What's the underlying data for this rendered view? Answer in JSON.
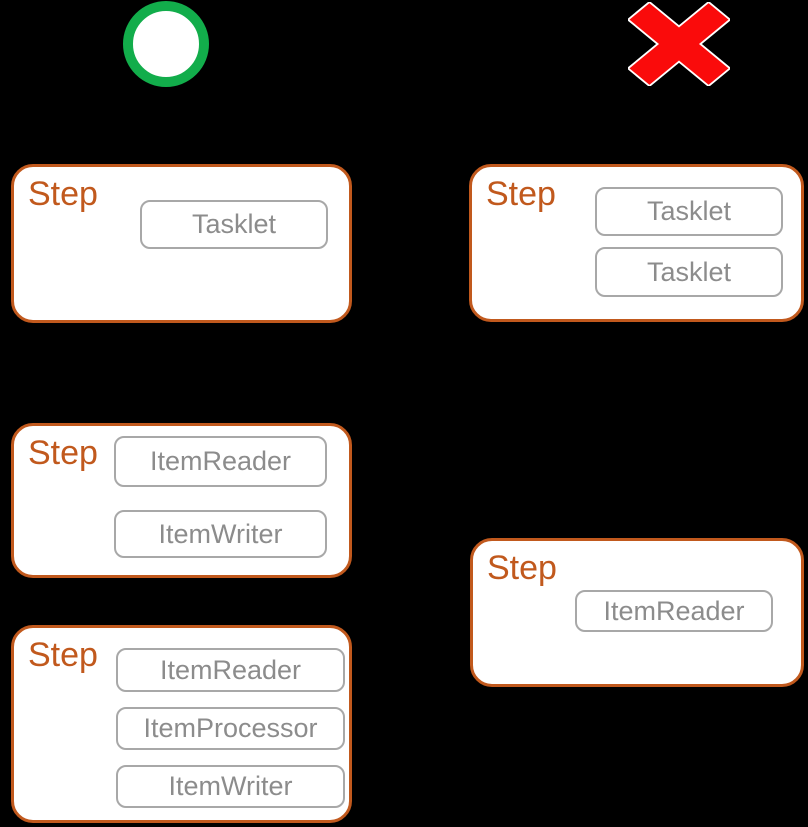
{
  "background": "#000000",
  "colors": {
    "background": "#000000",
    "box_fill": "#FFFFFF",
    "step_border": "#C1591D",
    "inner_border": "#A8A8A8",
    "inner_text": "#8C8C8C",
    "valid_green": "#12AD4B",
    "invalid_red": "#FA0B0B"
  },
  "columns": [
    {
      "id": "valid",
      "indicator_icon": "check-circle-icon",
      "indicator_color": "#12AD4B",
      "steps": [
        {
          "label": "Step",
          "components": [
            "Tasklet"
          ]
        },
        {
          "label": "Step",
          "components": [
            "ItemReader",
            "ItemWriter"
          ]
        },
        {
          "label": "Step",
          "components": [
            "ItemReader",
            "ItemProcessor",
            "ItemWriter"
          ]
        }
      ]
    },
    {
      "id": "invalid",
      "indicator_icon": "x-mark-icon",
      "indicator_color": "#FA0B0B",
      "steps": [
        {
          "label": "Step",
          "components": [
            "Tasklet",
            "Tasklet"
          ]
        },
        {
          "label": "Step",
          "components": [
            "ItemReader"
          ]
        }
      ]
    }
  ]
}
